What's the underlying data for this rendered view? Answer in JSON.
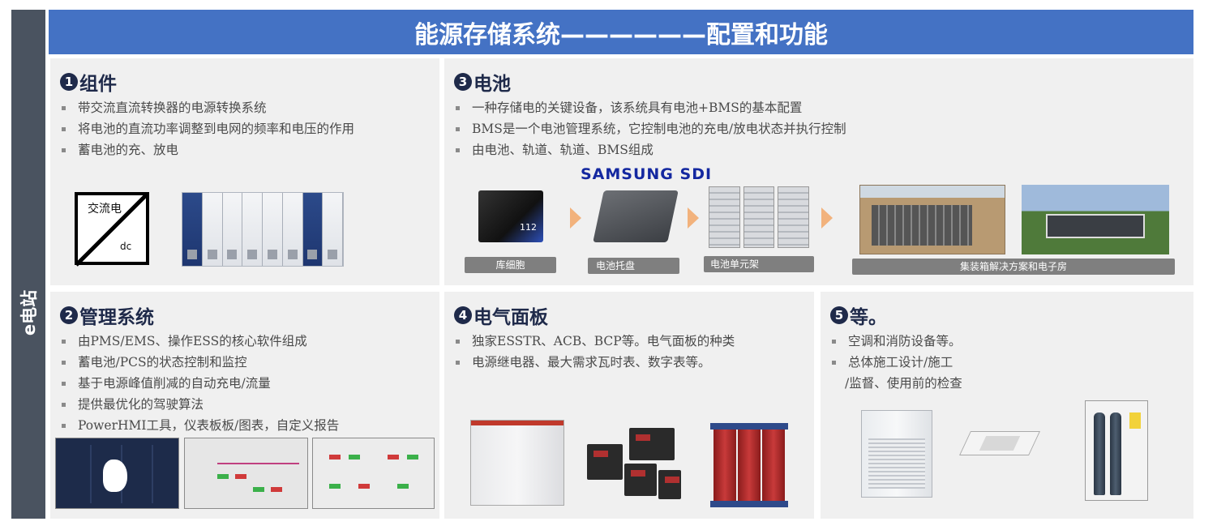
{
  "side_tab": {
    "label": "e电站"
  },
  "header": {
    "title": "能源存储系统——————配置和功能"
  },
  "panels": {
    "components": {
      "number": "1",
      "title": "组件",
      "bullets": [
        "带交流直流转换器的电源转换系统",
        "将电池的直流功率调整到电网的频率和电压的作用",
        "蓄电池的充、放电"
      ],
      "diagram_ac": "交流电",
      "diagram_dc": "dc"
    },
    "battery": {
      "number": "3",
      "title": "电池",
      "bullets": [
        "一种存储电的关键设备，该系统具有电池+BMS的基本配置",
        "BMS是一个电池管理系统，它控制电池的充电/放电状态并执行控制",
        "由电池、轨道、轨道、BMS组成"
      ],
      "brand": "SAMSUNG SDI",
      "cell_capacity": "112",
      "flow_labels": [
        "库细胞",
        "电池托盘",
        "电池单元架",
        "集装箱解决方案和电子房"
      ]
    },
    "management": {
      "number": "2",
      "title": "管理系统",
      "bullets": [
        "由PMS/EMS、操作ESS的核心软件组成",
        "蓄电池/PCS的状态控制和监控",
        "基于电源峰值削减的自动充电/流量",
        "提供最优化的驾驶算法",
        "PowerHMI工具，仪表板板/图表，自定义报告"
      ]
    },
    "electrical": {
      "number": "4",
      "title": "电气面板",
      "bullets": [
        "独家ESSTR、ACB、BCP等。电气面板的种类",
        "电源继电器、最大需求瓦时表、数字表等。"
      ]
    },
    "etc": {
      "number": "5",
      "title": "等。",
      "bullets": [
        "空调和消防设备等。",
        "总体施工设计/施工"
      ],
      "bullet_continuation": "/监督、使用前的检查"
    }
  },
  "colors": {
    "header_bg": "#4472c4",
    "side_tab_bg": "#4a5360",
    "panel_bg": "#f0f0f0",
    "title_color": "#1f2a4a",
    "arrow": "#f2b27c",
    "flow_label_bg": "#7f7f7f"
  }
}
